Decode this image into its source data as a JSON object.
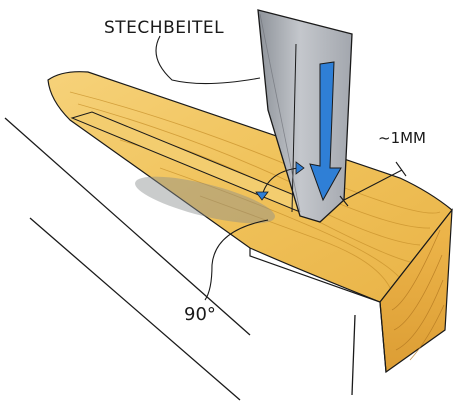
{
  "labels": {
    "tool": "STECHBEITEL",
    "depth": "~1MM",
    "angle": "90°"
  },
  "colors": {
    "wood": "#f0c25a",
    "wood_dark": "#d99c32",
    "wood_end": "#e6a93e",
    "chisel": "#b9bcc2",
    "chisel_dark": "#8d9198",
    "arrow": "#2f7fd6",
    "line": "#1a1a1a"
  }
}
